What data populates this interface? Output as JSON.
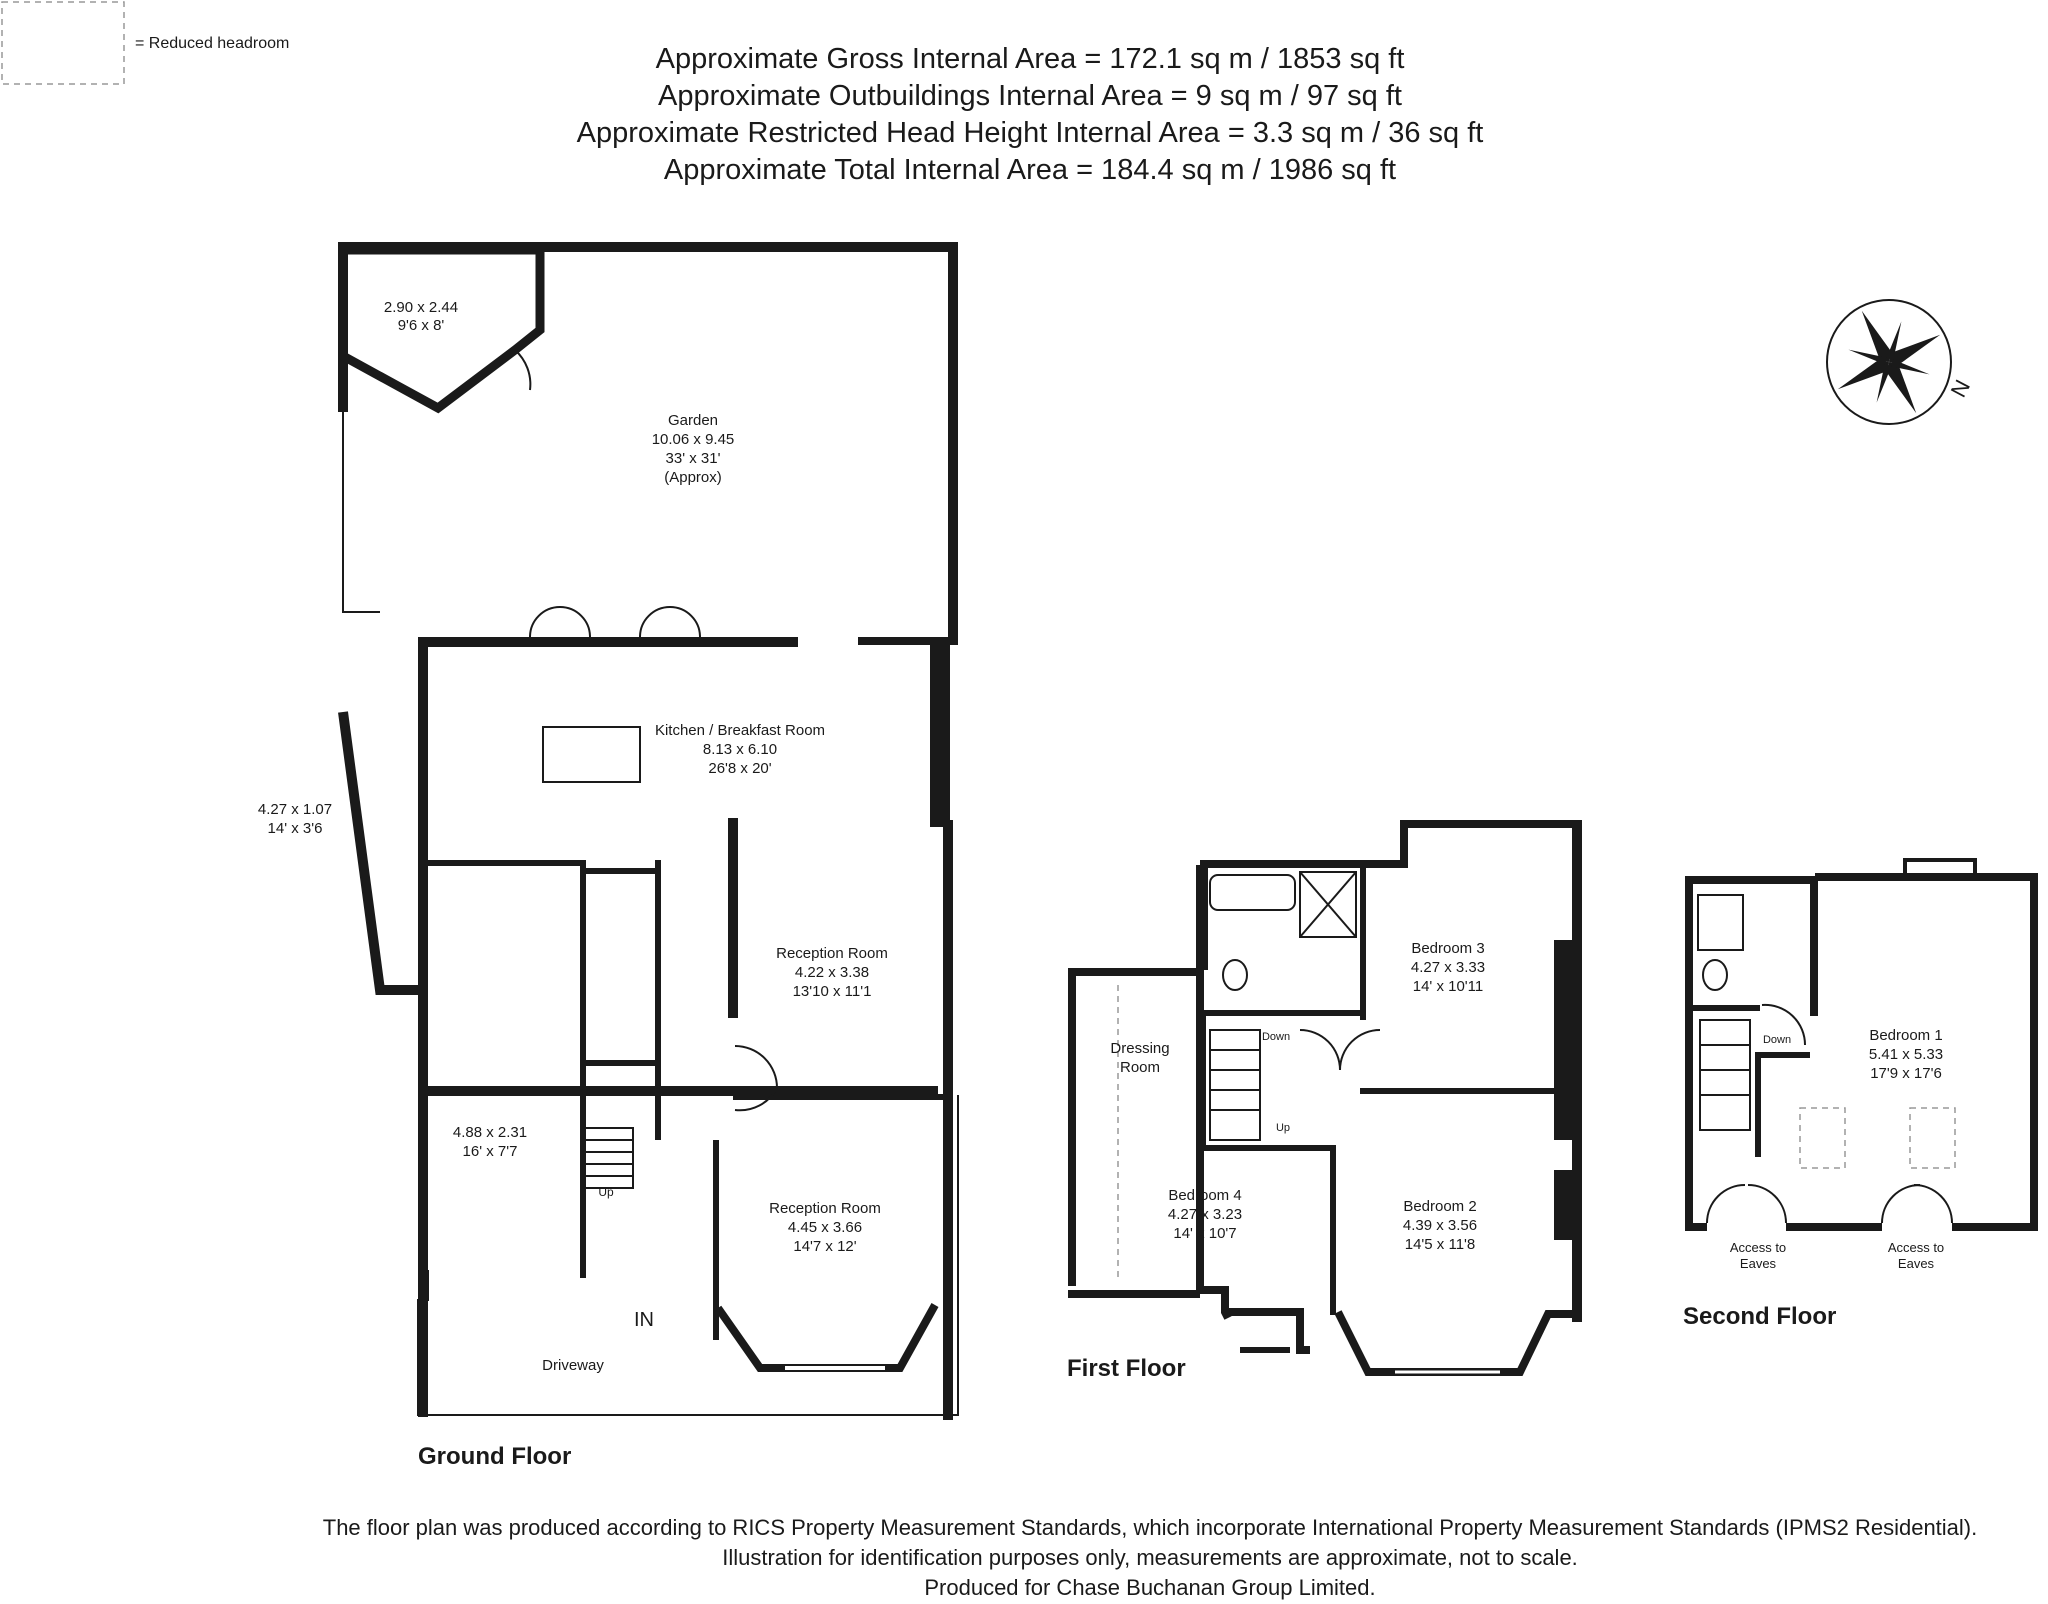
{
  "legend": {
    "reduced_headroom": "= Reduced headroom"
  },
  "areas": {
    "gross": "Approximate Gross Internal Area = 172.1 sq m / 1853 sq ft",
    "outbuildings": "Approximate Outbuildings Internal Area = 9 sq m / 97 sq ft",
    "restricted": "Approximate Restricted Head Height Internal Area = 3.3 sq m / 36 sq ft",
    "total": "Approximate Total Internal Area = 184.4 sq m / 1986 sq ft"
  },
  "compass": {
    "north_label": "N"
  },
  "ground_floor": {
    "title": "Ground Floor",
    "outbuilding": {
      "m": "2.90 x 2.44",
      "ft": "9'6 x 8'"
    },
    "garden": {
      "name": "Garden",
      "m": "10.06 x 9.45",
      "ft": "33' x 31'",
      "note": "(Approx)"
    },
    "side": {
      "m": "4.27 x 1.07",
      "ft": "14' x 3'6"
    },
    "kitchen": {
      "name": "Kitchen / Breakfast Room",
      "m": "8.13 x 6.10",
      "ft": "26'8 x 20'"
    },
    "reception1": {
      "name": "Reception Room",
      "m": "4.22 x 3.38",
      "ft": "13'10 x 11'1"
    },
    "reception2": {
      "name": "Reception Room",
      "m": "4.45 x 3.66",
      "ft": "14'7 x 12'"
    },
    "garage": {
      "m": "4.88 x 2.31",
      "ft": "16' x 7'7"
    },
    "up": "Up",
    "entrance": "IN",
    "driveway": "Driveway"
  },
  "first_floor": {
    "title": "First Floor",
    "dressing": {
      "line1": "Dressing",
      "line2": "Room"
    },
    "bedroom3": {
      "name": "Bedroom 3",
      "m": "4.27 x 3.33",
      "ft": "14' x 10'11"
    },
    "bedroom4": {
      "name": "Bedroom 4",
      "m": "4.27 x 3.23",
      "ft": "14' x 10'7"
    },
    "bedroom2": {
      "name": "Bedroom 2",
      "m": "4.39 x 3.56",
      "ft": "14'5 x 11'8"
    },
    "down": "Down",
    "up": "Up"
  },
  "second_floor": {
    "title": "Second Floor",
    "bedroom1": {
      "name": "Bedroom 1",
      "m": "5.41 x 5.33",
      "ft": "17'9 x 17'6"
    },
    "down": "Down",
    "eaves_left": {
      "line1": "Access to",
      "line2": "Eaves"
    },
    "eaves_right": {
      "line1": "Access to",
      "line2": "Eaves"
    }
  },
  "footer": {
    "line1": "The floor plan was produced according to RICS Property Measurement Standards, which incorporate International Property Measurement Standards (IPMS2 Residential).",
    "line2": "Illustration for identification purposes only, measurements are approximate, not to scale.",
    "line3": "Produced for Chase Buchanan Group Limited."
  }
}
